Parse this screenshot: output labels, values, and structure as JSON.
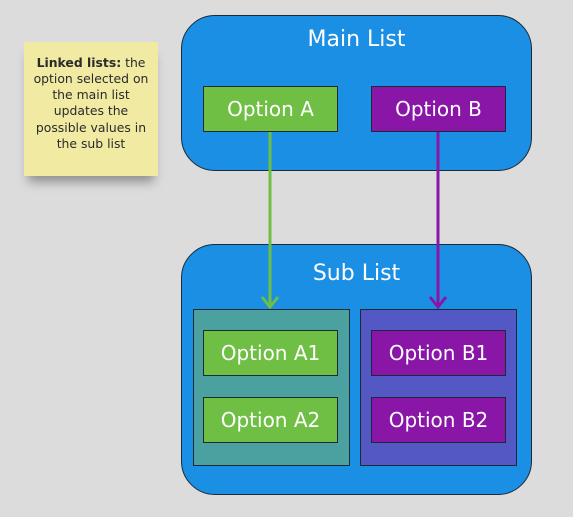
{
  "note": {
    "title": "Linked lists:",
    "body": " the option selected on the main list updates the possible values in the sub list"
  },
  "main_list": {
    "title": "Main List",
    "options": [
      "Option A",
      "Option B"
    ]
  },
  "sub_list": {
    "title": "Sub List",
    "group_a": [
      "Option A1",
      "Option A2"
    ],
    "group_b": [
      "Option B1",
      "Option B2"
    ]
  },
  "colors": {
    "panel": "#1a8fe3",
    "option_a": "#6fbf44",
    "option_b": "#8a16a8",
    "group_a_bg": "#4aa19f",
    "group_b_bg": "#5458c4",
    "note_bg": "#f0eaa3",
    "background": "#dcdcdc"
  }
}
